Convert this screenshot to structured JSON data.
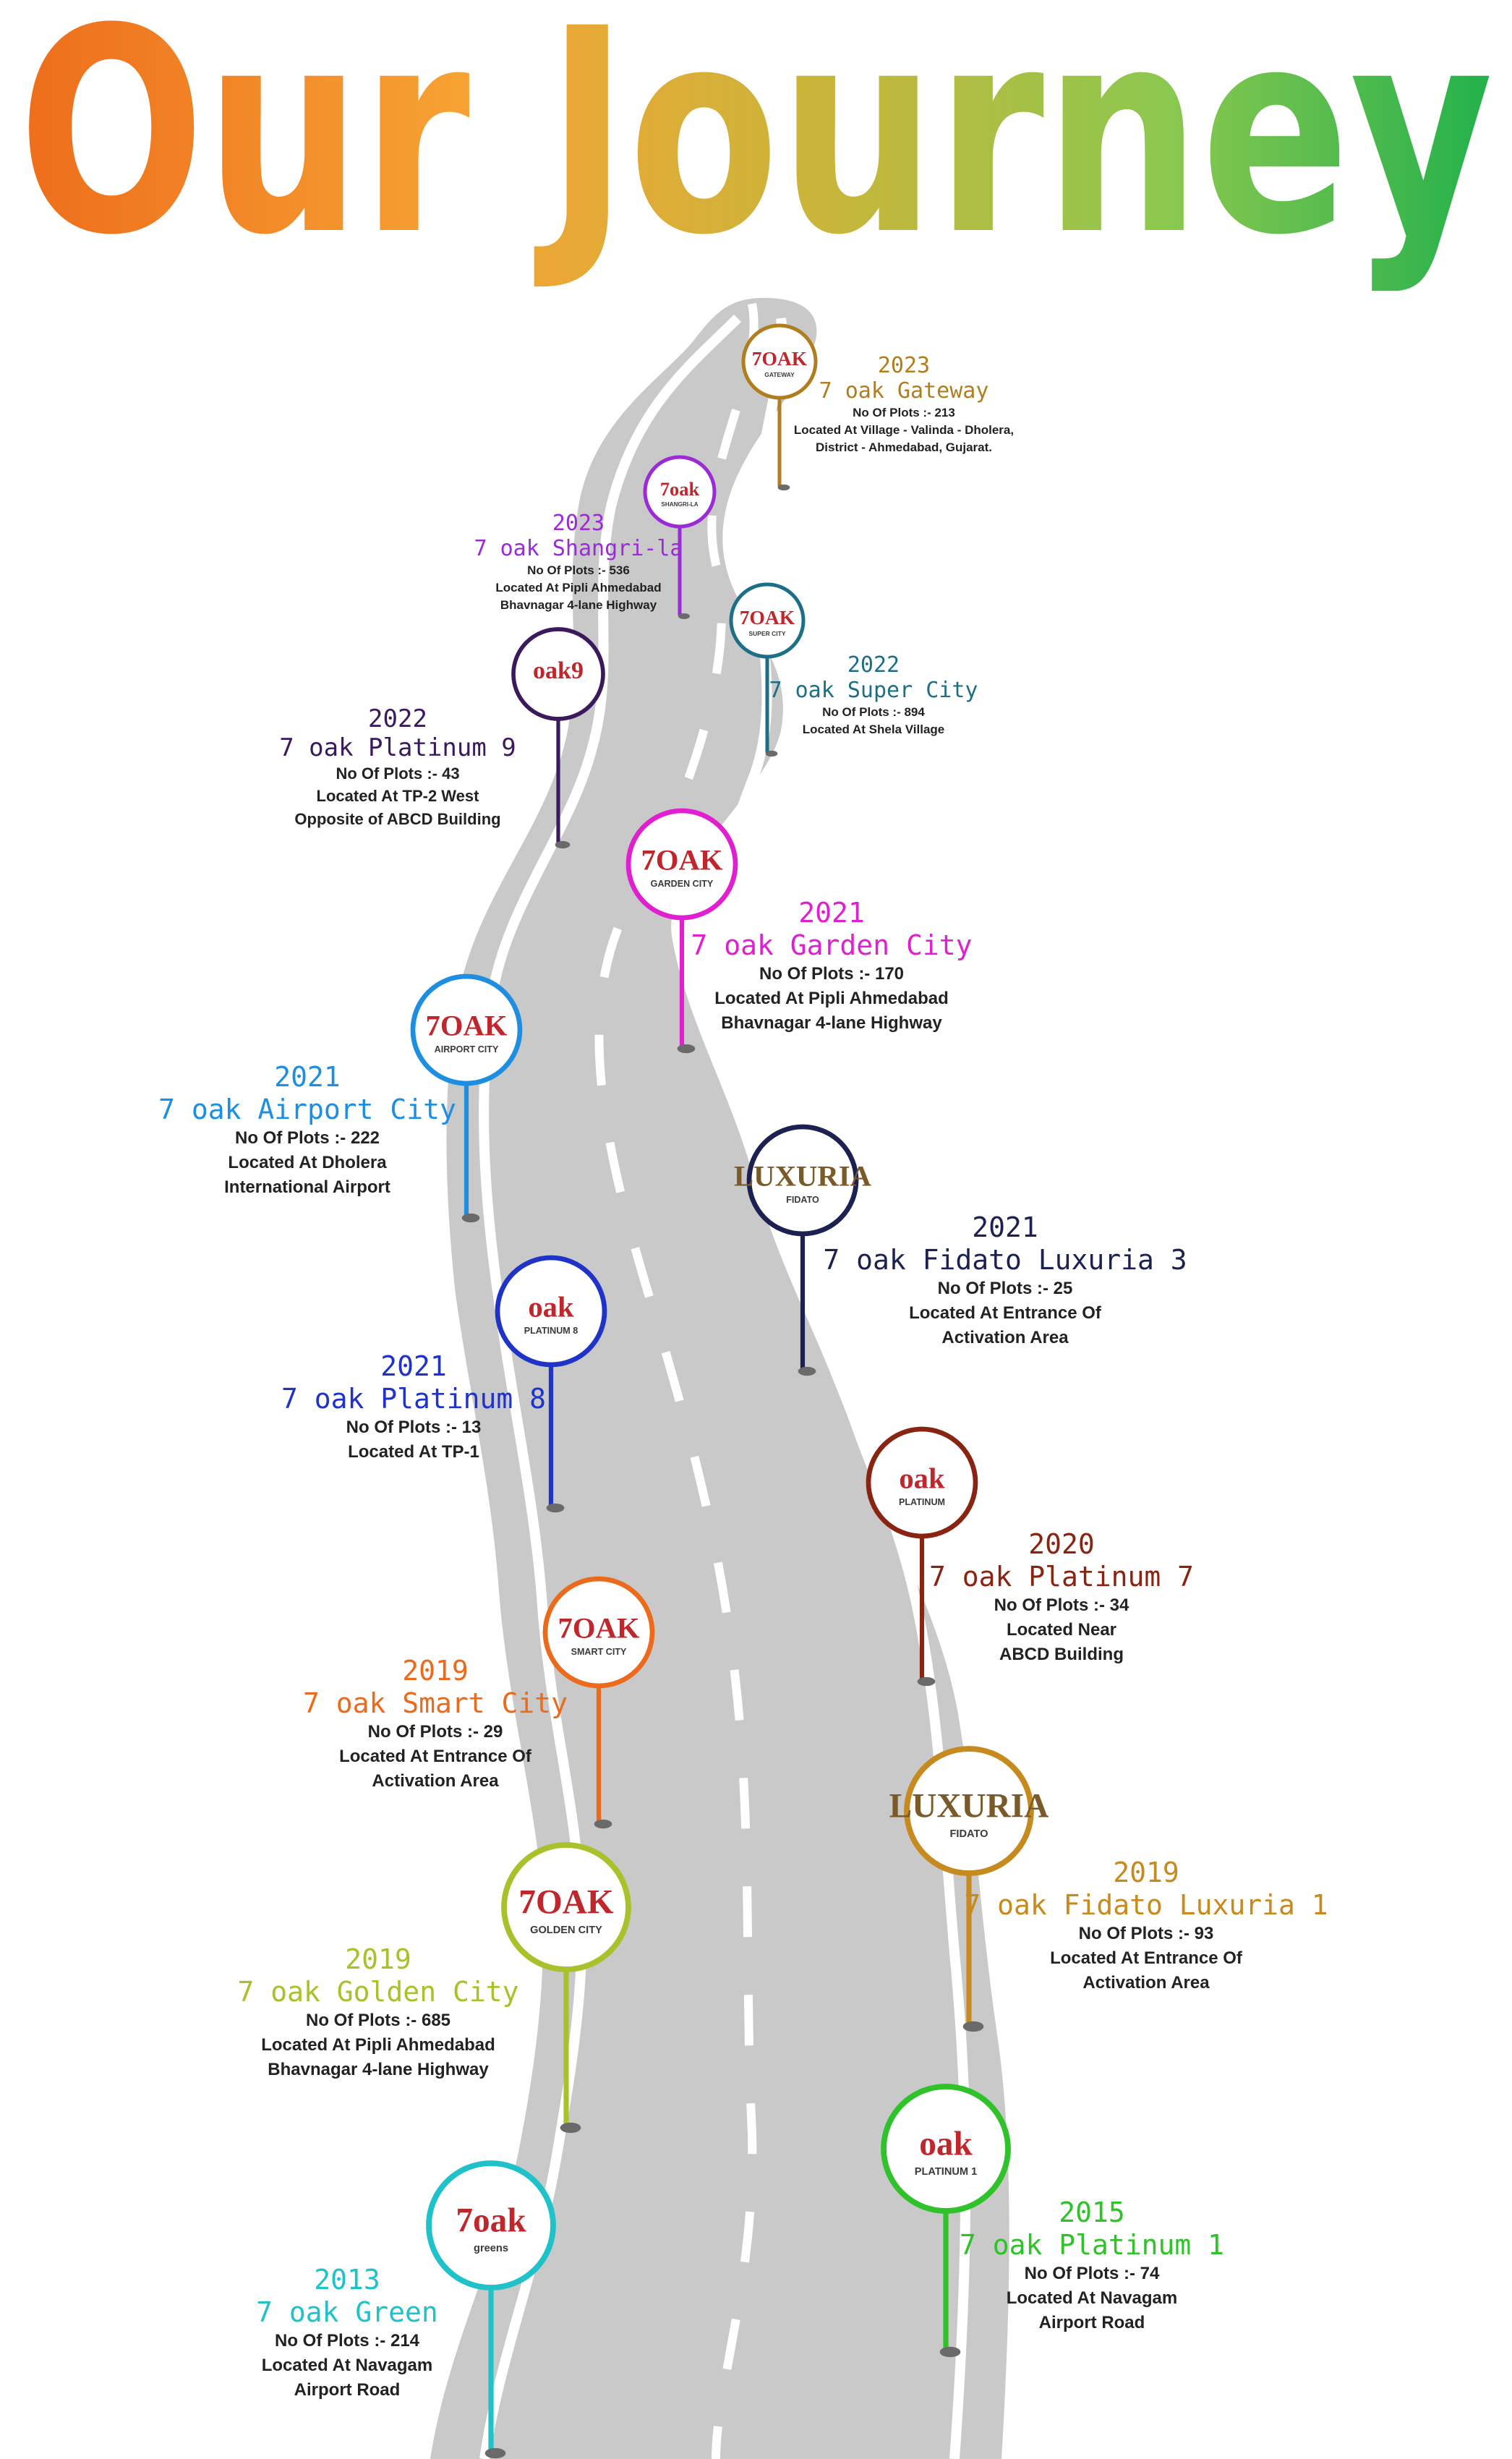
{
  "title": "Our Journey",
  "title_colors": [
    "#ee6d1b",
    "#f6a233",
    "#c8b63a",
    "#8bc84f",
    "#22b14c"
  ],
  "road_color": "#c9c9c9",
  "milestones": [
    {
      "key": "gateway",
      "color": "#b07d1f",
      "year": "2023",
      "name": "7 oak Gateway",
      "plots": "No Of Plots :- 213",
      "location": [
        "Located At Village - Valinda - Dholera,",
        "District - Ahmedabad, Gujarat."
      ],
      "logo": {
        "main": "7OAK",
        "sub": "GATEWAY"
      }
    },
    {
      "key": "shangri-la",
      "color": "#9a2bd6",
      "year": "2023",
      "name": "7 oak Shangri-la",
      "plots": "No Of Plots :- 536",
      "location": [
        "Located At Pipli Ahmedabad",
        "Bhavnagar 4-lane Highway"
      ],
      "logo": {
        "main": "7oak",
        "sub": "SHANGRI-LA"
      }
    },
    {
      "key": "super-city",
      "color": "#1c6f86",
      "year": "2022",
      "name": "7 oak Super City",
      "plots": "No Of Plots :- 894",
      "location": [
        "Located At Shela Village"
      ],
      "logo": {
        "main": "7OAK",
        "sub": "SUPER CITY"
      }
    },
    {
      "key": "platinum-9",
      "color": "#3a1a5c",
      "year": "2022",
      "name": "7 oak Platinum 9",
      "plots": "No Of Plots :- 43",
      "location": [
        "Located At TP-2 West",
        "Opposite of ABCD Building"
      ],
      "logo": {
        "main": "oak9",
        "sub": ""
      }
    },
    {
      "key": "garden-city",
      "color": "#e020d0",
      "year": "2021",
      "name": "7 oak Garden City",
      "plots": "No Of Plots :- 170",
      "location": [
        "Located At Pipli Ahmedabad",
        "Bhavnagar 4-lane Highway"
      ],
      "logo": {
        "main": "7OAK",
        "sub": "GARDEN CITY"
      }
    },
    {
      "key": "airport-city",
      "color": "#1e8ee0",
      "year": "2021",
      "name": "7 oak Airport City",
      "plots": "No Of Plots :- 222",
      "location": [
        "Located At Dholera",
        "International Airport"
      ],
      "logo": {
        "main": "7OAK",
        "sub": "AIRPORT CITY"
      }
    },
    {
      "key": "fidato-luxuria-3",
      "color": "#1b2150",
      "year": "2021",
      "name": "7 oak Fidato Luxuria 3",
      "plots": "No Of Plots :- 25",
      "location": [
        "Located At Entrance Of",
        "Activation Area"
      ],
      "logo": {
        "main": "LUXURIA",
        "sub": "FIDATO"
      }
    },
    {
      "key": "platinum-8",
      "color": "#1f33c8",
      "year": "2021",
      "name": "7 oak Platinum 8",
      "plots": "No Of Plots :- 13",
      "location": [
        "Located At TP-1"
      ],
      "logo": {
        "main": "oak",
        "sub": "PLATINUM 8"
      }
    },
    {
      "key": "platinum-7",
      "color": "#8a2412",
      "year": "2020",
      "name": "7 oak Platinum 7",
      "plots": "No Of Plots :- 34",
      "location": [
        "Located Near",
        "ABCD Building"
      ],
      "logo": {
        "main": "oak",
        "sub": "PLATINUM"
      }
    },
    {
      "key": "smart-city",
      "color": "#ec6a1c",
      "year": "2019",
      "name": "7 oak Smart City",
      "plots": "No Of Plots :- 29",
      "location": [
        "Located At Entrance Of",
        "Activation Area"
      ],
      "logo": {
        "main": "7OAK",
        "sub": "SMART CITY"
      }
    },
    {
      "key": "fidato-luxuria-1",
      "color": "#c68a1e",
      "year": "2019",
      "name": "7 oak Fidato Luxuria 1",
      "plots": "No Of Plots :- 93",
      "location": [
        "Located At Entrance Of",
        "Activation Area"
      ],
      "logo": {
        "main": "LUXURIA",
        "sub": "FIDATO"
      }
    },
    {
      "key": "golden-city",
      "color": "#a9c12a",
      "year": "2019",
      "name": "7 oak Golden City",
      "plots": "No Of Plots :- 685",
      "location": [
        "Located At Pipli Ahmedabad",
        "Bhavnagar 4-lane Highway"
      ],
      "logo": {
        "main": "7OAK",
        "sub": "GOLDEN CITY"
      }
    },
    {
      "key": "platinum-1",
      "color": "#2fc22a",
      "year": "2015",
      "name": "7 oak Platinum 1",
      "plots": "No Of Plots :- 74",
      "location": [
        "Located At Navagam",
        "Airport Road"
      ],
      "logo": {
        "main": "oak",
        "sub": "PLATINUM 1"
      }
    },
    {
      "key": "green",
      "color": "#1fc2c8",
      "year": "2013",
      "name": "7 oak Green",
      "plots": "No Of Plots :- 214",
      "location": [
        "Located At Navagam",
        "Airport Road"
      ],
      "logo": {
        "main": "7oak",
        "sub": "greens"
      }
    }
  ]
}
